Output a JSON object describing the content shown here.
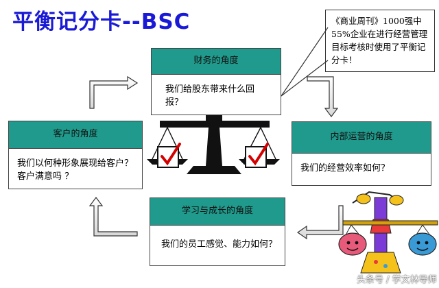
{
  "title": "平衡记分卡--BSC",
  "callout_text": "《商业周刊》1000强中55%企业在进行经营管理目标考核时使用了平衡记分卡！",
  "perspectives": {
    "financial": {
      "header": "财务的角度",
      "question": "我们给股东带来什么回报？"
    },
    "customer": {
      "header": "客户的角度",
      "question": "我们以何种形象展现给客户？客户满意吗 ？"
    },
    "internal": {
      "header": "内部运营的角度",
      "question": "我们的经营效率如何？"
    },
    "learning": {
      "header": "学习与成长的角度",
      "question": "我们的员工感觉、能力如何？"
    }
  },
  "watermark": "头条号 / 学文林导师",
  "colors": {
    "title": "#1a1ad6",
    "header_fill": "#1f9a8c",
    "check": "#d40000"
  },
  "icons": [
    "balance-scale-icon",
    "checkmark-icon",
    "cycle-arrow-icon",
    "libra-figure-icon"
  ]
}
